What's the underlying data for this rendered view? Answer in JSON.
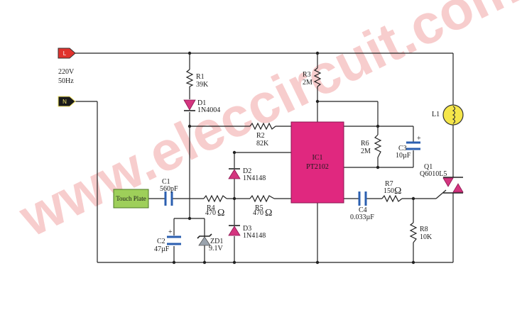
{
  "watermark": "www.eleccircuit.com",
  "terminals": {
    "line": "L",
    "neutral": "N"
  },
  "supply": {
    "voltage": "220V",
    "frequency": "50Hz"
  },
  "touch_plate": "Touch Plate",
  "ic": {
    "ref": "IC1",
    "part": "PT2102"
  },
  "components": {
    "r1": {
      "ref": "R1",
      "value": "39K"
    },
    "d1": {
      "ref": "D1",
      "value": "1N4004"
    },
    "r2": {
      "ref": "R2",
      "value": "82K"
    },
    "r3": {
      "ref": "R3",
      "value": "2M"
    },
    "r4": {
      "ref": "R4",
      "value": "470"
    },
    "r5": {
      "ref": "R5",
      "value": "470"
    },
    "r6": {
      "ref": "R6",
      "value": "2M"
    },
    "r7": {
      "ref": "R7",
      "value": "150"
    },
    "r8": {
      "ref": "R8",
      "value": "10K"
    },
    "c1": {
      "ref": "C1",
      "value": "560pF"
    },
    "c2": {
      "ref": "C2",
      "value": "47µF"
    },
    "c3": {
      "ref": "C3",
      "value": "10µF"
    },
    "c4": {
      "ref": "C4",
      "value": "0.033µF"
    },
    "d2": {
      "ref": "D2",
      "value": "1N4148"
    },
    "d3": {
      "ref": "D3",
      "value": "1N4148"
    },
    "zd1": {
      "ref": "ZD1",
      "value": "9.1V"
    },
    "q1": {
      "ref": "Q1",
      "value": "Q6010L5"
    },
    "l1": {
      "ref": "L1"
    }
  },
  "symbols": {
    "ohm": "Ω",
    "polarity_plus": "+"
  },
  "colors": {
    "terminal_line": "#e0322d",
    "terminal_neutral": "#f3e56a",
    "touch_plate": "#9ecf5a",
    "ic_body": "#e0287f",
    "diode": "#d4357f",
    "capacitor": "#2b5fb0",
    "lamp": "#f5e64a",
    "watermark": "#f2a6a6"
  }
}
